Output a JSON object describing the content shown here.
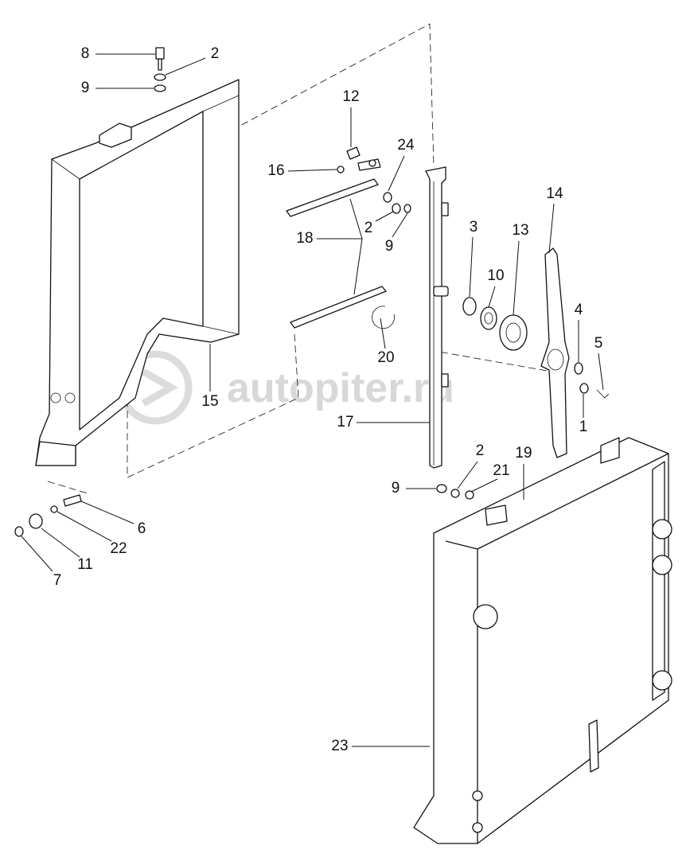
{
  "watermark": "autopiter.ru",
  "callouts": [
    "8",
    "2",
    "9",
    "12",
    "24",
    "16",
    "2",
    "9",
    "18",
    "3",
    "10",
    "13",
    "14",
    "4",
    "5",
    "20",
    "15",
    "1",
    "17",
    "2",
    "19",
    "21",
    "9",
    "6",
    "22",
    "11",
    "7",
    "23"
  ]
}
